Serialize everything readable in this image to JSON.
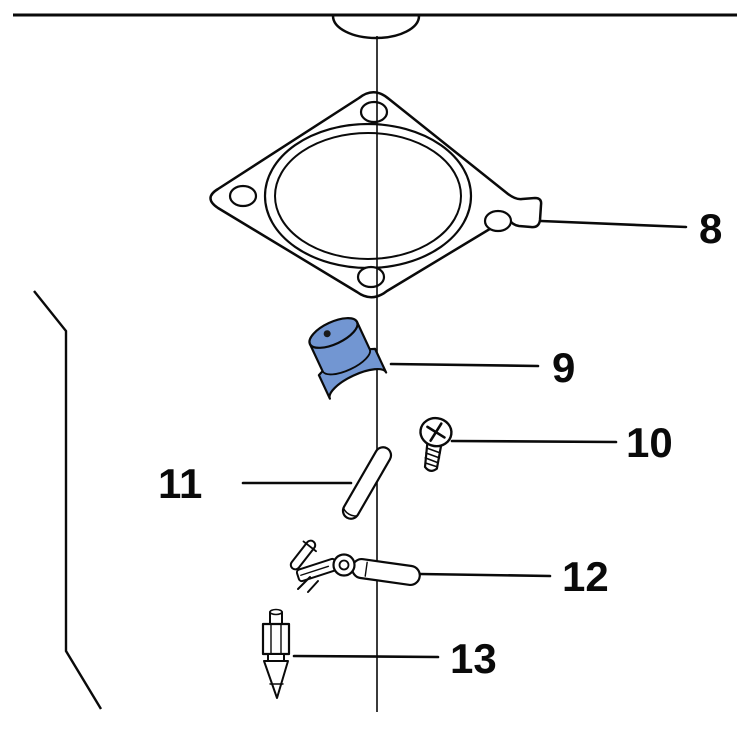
{
  "diagram": {
    "kind": "exploded-parts-diagram",
    "callouts": [
      {
        "label": "8",
        "part": "gasket"
      },
      {
        "label": "9",
        "part": "highlighted-plunger"
      },
      {
        "label": "10",
        "part": "screw"
      },
      {
        "label": "11",
        "part": "pin"
      },
      {
        "label": "12",
        "part": "lever-assembly"
      },
      {
        "label": "13",
        "part": "needle-valve"
      }
    ],
    "colors": {
      "line": "#0a0a0a",
      "background": "#ffffff",
      "highlighted_part": "#7296d2",
      "highlight_dot": "#1a1a1a"
    }
  }
}
